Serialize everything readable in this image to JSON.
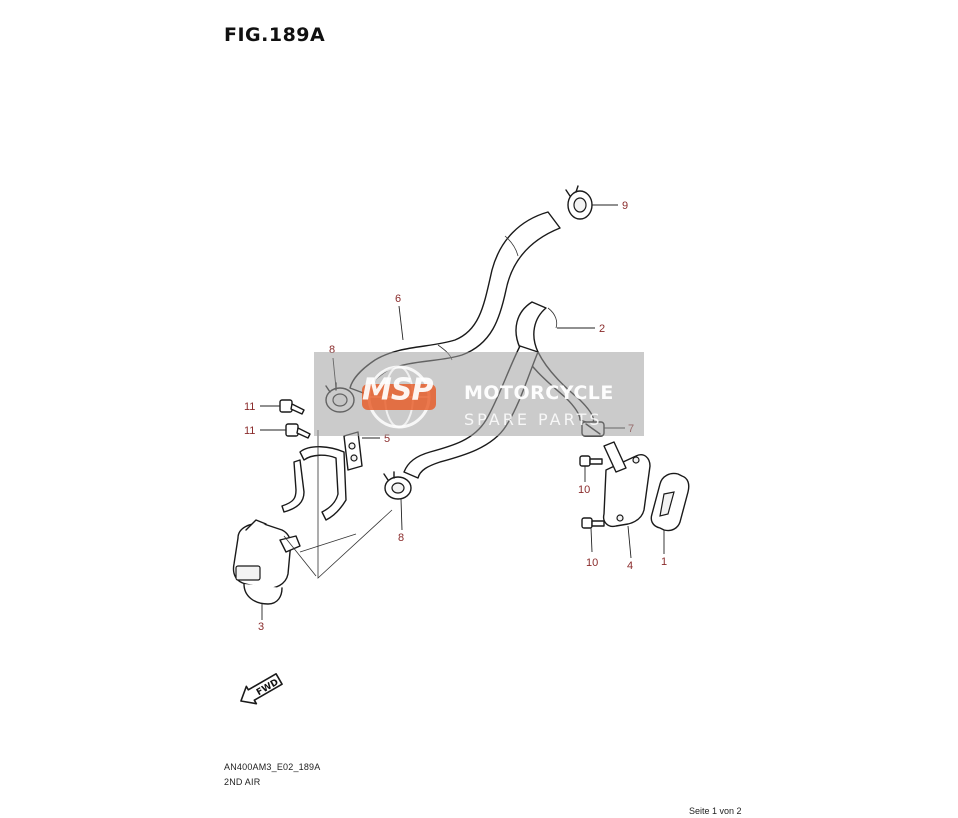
{
  "title": "FIG.189A",
  "callouts": [
    "9",
    "6",
    "2",
    "8",
    "11",
    "11",
    "5",
    "7",
    "10",
    "10",
    "8",
    "4",
    "1",
    "3"
  ],
  "forward_label": "FWD",
  "diagram_code": "AN400AM3_E02_189A",
  "section_name": "2ND AIR",
  "page_footer": "Seite 1 von 2",
  "watermark": {
    "logo": "MSP",
    "line1": "MOTORCYCLE",
    "line2": "SPARE PARTS"
  },
  "colors": {
    "callout_text": "#8a2b2b",
    "line_art": "#1a1a1a",
    "watermark_band": "#a0a0a0",
    "watermark_logo": "#e8541e"
  }
}
